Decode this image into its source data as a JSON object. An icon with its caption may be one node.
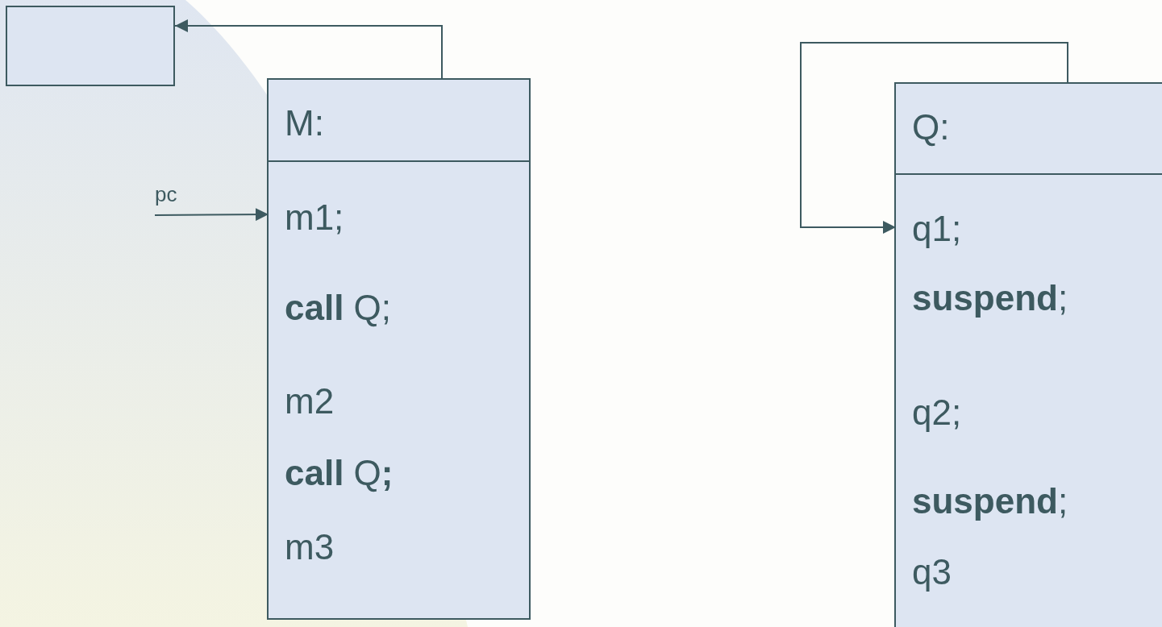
{
  "diagram": {
    "nodes": [
      {
        "text": [],
        "shape": "box"
      },
      {
        "text": [
          "M:"
        ]
      },
      {
        "text": [
          "m1;"
        ],
        "in": 1
      },
      {
        "text": [
          "**call** Q;"
        ],
        "in": 1
      },
      {
        "text": [
          "m2"
        ],
        "in": 1
      },
      {
        "text": [
          "**call** Q**;**"
        ],
        "in": 1
      },
      {
        "text": [
          "m3"
        ],
        "in": 1
      },
      {
        "text": [
          "Q:"
        ]
      },
      {
        "text": [
          "q1;"
        ],
        "in": 7
      },
      {
        "text": [
          "**suspend**;"
        ],
        "in": 7
      },
      {
        "text": [
          "q2;"
        ],
        "in": 7
      },
      {
        "text": [
          "**suspend**;"
        ],
        "in": 7
      },
      {
        "text": [
          "q3"
        ],
        "in": 7
      }
    ],
    "edges": [
      {
        "from": 1,
        "to": 0,
        "arrow": "to"
      },
      {
        "from": null,
        "to": 2,
        "arrow": "to",
        "label": "pc"
      },
      {
        "from": 7,
        "to": 8,
        "arrow": "to"
      }
    ]
  }
}
